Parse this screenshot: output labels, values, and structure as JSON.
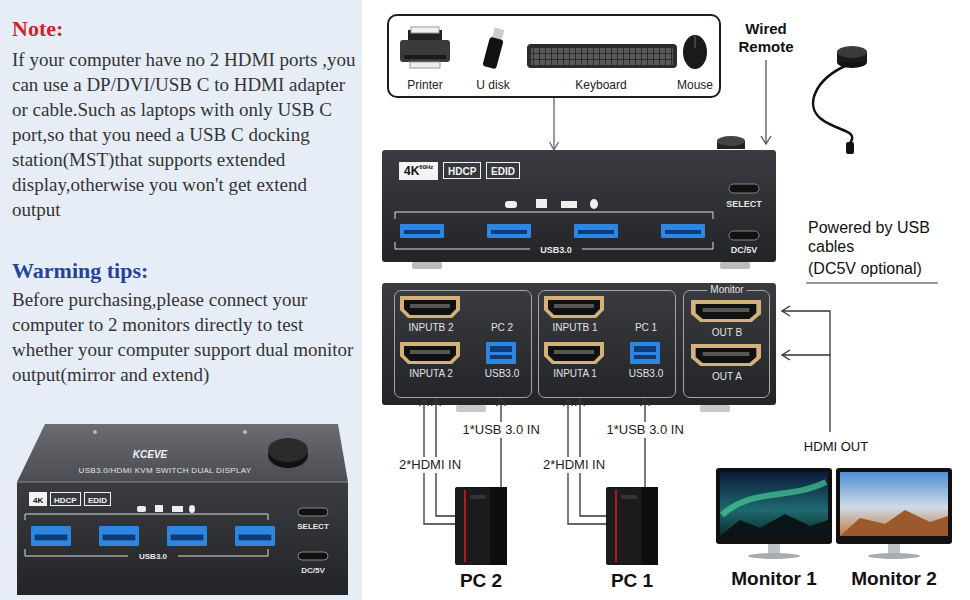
{
  "diagram": {
    "nodes": [
      {
        "text": [
          "SELECT",
          "DC/5V",
          "USB3.0"
        ]
      },
      {
        "text": [
          "4K"
        ],
        "in": 0
      },
      {
        "text": [
          "HDCP"
        ],
        "in": 0
      },
      {
        "text": [
          "EDID"
        ],
        "in": 0
      },
      {
        "text": [
          "Printer",
          "U disk",
          "Keyboard",
          "Mouse"
        ]
      },
      {
        "text": [
          "SELECT",
          "DC/5V",
          "USB3.0"
        ]
      },
      {
        "text": [
          "4K",
          "60Hz"
        ],
        "in": 5
      },
      {
        "text": [
          "HDCP"
        ],
        "in": 5
      },
      {
        "text": [
          "EDID"
        ],
        "in": 5
      },
      {
        "text": [
          "INPUTB 2",
          "PC 2",
          "INPUTA 2",
          "USB3.0"
        ]
      },
      {
        "text": [
          "INPUTB 1",
          "PC 1",
          "INPUTA 1",
          "USB3.0"
        ]
      },
      {
        "text": [
          "Monitor",
          "OUT B",
          "OUT A"
        ]
      },
      {
        "text": [
          "PC 2"
        ]
      },
      {
        "text": [
          "PC 1"
        ]
      }
    ],
    "edges": [
      {
        "from": 4,
        "to": 5,
        "arrow": "to"
      },
      {
        "from": 12,
        "to": 9,
        "label": "2*HDMI IN",
        "arrow": "to"
      },
      {
        "from": 12,
        "to": 9,
        "label": "1*USB 3.0 IN",
        "arrow": "to"
      },
      {
        "from": 13,
        "to": 10,
        "label": "2*HDMI IN",
        "arrow": "to"
      },
      {
        "from": 13,
        "to": 10,
        "label": "1*USB 3.0 IN",
        "arrow": "to"
      }
    ],
    "labels": [
      "Note:",
      "If your computer have no 2 HDMI ports ,you can use a DP/DVI/USB C to HDMI adapter or cable.Such as laptops with only USB C port,so that you need a USB C docking station(MST)that supports extended display,otherwise you won't get extend output",
      "Warming tips:",
      "Before purchasing,please connect your computer to 2 monitors directly to test whether your computer support dual monitor output(mirror and extend)",
      "USB3.0/HDMI KVM SWITCH DUAL DISPLAY",
      "KCEVE",
      "Wired Remote",
      "Powered by USB cables",
      "(DC5V optional)",
      "HDMI OUT",
      "Monitor 1",
      "Monitor 2"
    ]
  }
}
